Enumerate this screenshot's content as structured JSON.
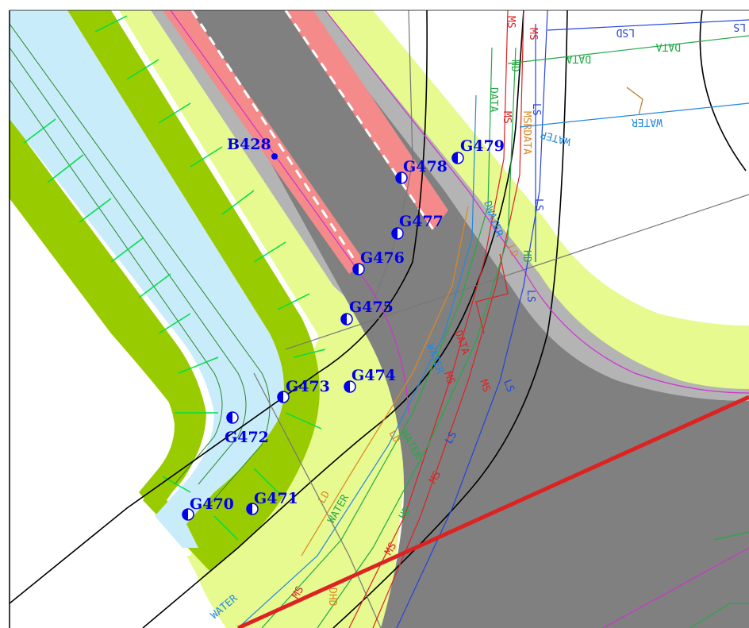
{
  "map": {
    "title": "",
    "colors": {
      "background": "#ffffff",
      "asphalt": "#808080",
      "bike_lane": "#f58a8a",
      "gravel_edge": "#b4b4b4",
      "buffer_yellow": "#e6fa90",
      "planting_green": "#99cc00",
      "sidewalk_blue": "#c8ecfa",
      "point_blue": "#0000e6",
      "redline": "#dd2222",
      "utility_ms": "#dd2222",
      "utility_ls": "#2244dd",
      "utility_data": "#22aa44",
      "utility_water": "#2288dd",
      "utility_ld": "#dd8822",
      "utility_hd": "#22aa44",
      "utility_dhd": "#dd8822"
    },
    "points": [
      {
        "id": "pt-b428",
        "label": "B428",
        "symbol": "dot"
      },
      {
        "id": "pt-g479",
        "label": "G479",
        "symbol": "half-circle"
      },
      {
        "id": "pt-g478",
        "label": "G478",
        "symbol": "half-circle"
      },
      {
        "id": "pt-g477",
        "label": "G477",
        "symbol": "half-circle"
      },
      {
        "id": "pt-g476",
        "label": "G476",
        "symbol": "half-circle"
      },
      {
        "id": "pt-g475",
        "label": "G475",
        "symbol": "half-circle"
      },
      {
        "id": "pt-g474",
        "label": "G474",
        "symbol": "half-circle"
      },
      {
        "id": "pt-g473",
        "label": "G473",
        "symbol": "half-circle"
      },
      {
        "id": "pt-g472",
        "label": "G472",
        "symbol": "half-circle"
      },
      {
        "id": "pt-g471",
        "label": "G471",
        "symbol": "half-circle"
      },
      {
        "id": "pt-g470",
        "label": "G470",
        "symbol": "half-circle"
      }
    ],
    "utility_labels": {
      "ms": "MS",
      "ls": "LS",
      "lsd": "LSD",
      "data": "DATA",
      "water": "WATER",
      "ld": "LD",
      "hd": "HD",
      "dhd": "DHD",
      "dwater": "DWATER",
      "msrdata": "MSRDATA"
    }
  }
}
